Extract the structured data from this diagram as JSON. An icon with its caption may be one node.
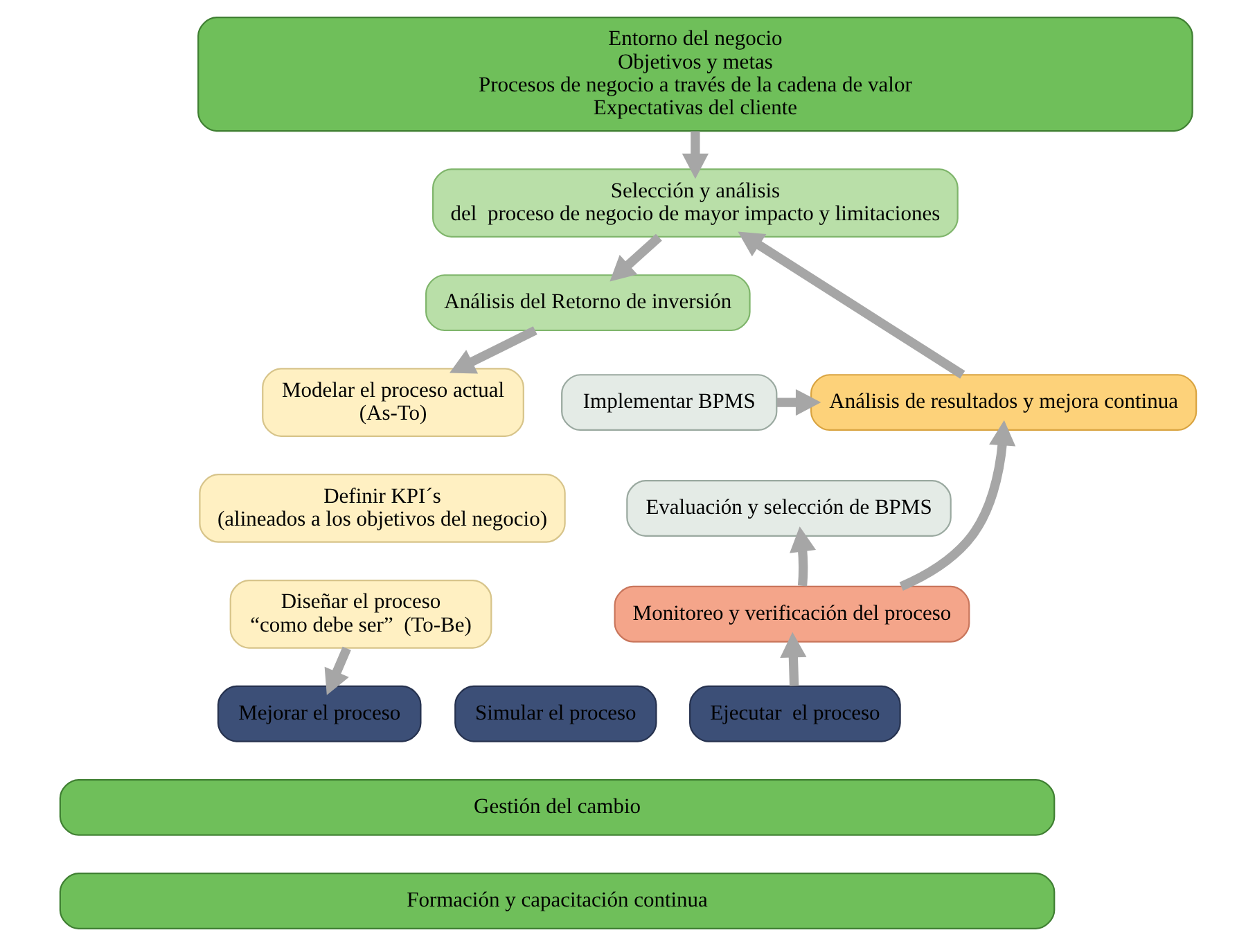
{
  "diagram": {
    "nodes": [
      {
        "text": [
          "Entorno del negocio",
          "Objetivos y metas",
          "Procesos de negocio a través de la cadena de valor",
          "Expectativas del cliente"
        ]
      },
      {
        "text": [
          "Selección y análisis",
          "del  proceso de negocio de mayor impacto y limitaciones"
        ]
      },
      {
        "text": [
          "Análisis del Retorno de inversión"
        ]
      },
      {
        "text": [
          "Implementar BPMS"
        ]
      },
      {
        "text": [
          "Evaluación y selección de BPMS"
        ]
      },
      {
        "text": [
          "Análisis de resultados y mejora continua"
        ]
      },
      {
        "text": [
          "Modelar el proceso actual",
          "(As-To)"
        ]
      },
      {
        "text": [
          "Definir KPI´s",
          "(alineados a los objetivos del negocio)"
        ]
      },
      {
        "text": [
          "Diseñar el proceso",
          "“como debe ser”  (To-Be)"
        ]
      },
      {
        "text": [
          "Monitoreo y verificación del proceso"
        ]
      },
      {
        "text": [
          "Ejecutar  el proceso"
        ]
      },
      {
        "text": [
          "Simular el proceso"
        ]
      },
      {
        "text": [
          "Mejorar el proceso"
        ]
      },
      {
        "text": [
          "Gestión del cambio"
        ]
      },
      {
        "text": [
          "Formación y capacitación continua"
        ]
      }
    ],
    "edges": [
      {
        "from": 0,
        "to": 1,
        "arrow": "to"
      },
      {
        "from": 1,
        "to": 2,
        "arrow": "to"
      },
      {
        "from": 2,
        "to": 6,
        "arrow": "to"
      },
      {
        "from": 8,
        "to": 12,
        "arrow": "to"
      },
      {
        "from": 10,
        "to": 9,
        "arrow": "to"
      },
      {
        "from": 9,
        "to": 4,
        "arrow": "to"
      },
      {
        "from": 9,
        "to": 5,
        "arrow": "to"
      },
      {
        "from": 3,
        "to": 5,
        "arrow": "to"
      },
      {
        "from": 5,
        "to": 1,
        "arrow": "to"
      }
    ]
  }
}
